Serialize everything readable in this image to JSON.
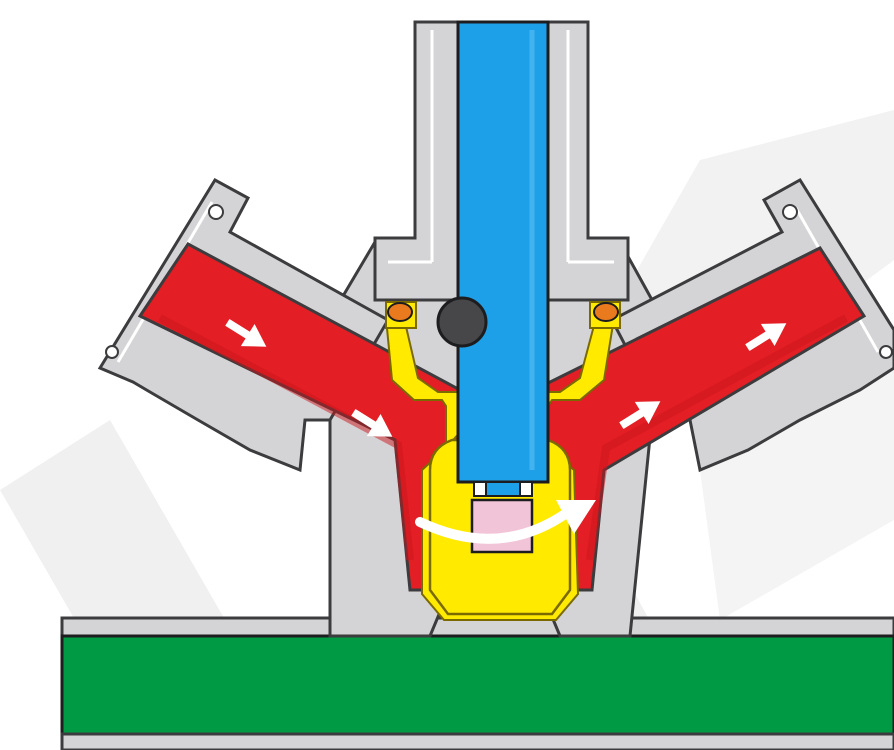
{
  "diagram": {
    "kind": "valve cross-section",
    "colors": {
      "background": "#ffffff",
      "watermark": "#eeeeee",
      "body": "#d4d4d6",
      "body_stroke": "#3c3c3e",
      "inner_line": "#ffffff",
      "stem": "#1ea0e8",
      "ball": "#474749",
      "oring": "#e97a1e",
      "seal": "#ffea00",
      "seal_stroke": "#8a7a00",
      "flow_channel": "#e31e24",
      "pipe": "#009a44",
      "seat_pad": "#f2c4d8",
      "arrow": "#ffffff"
    },
    "flow_arrows": [
      "inlet-arrow-1",
      "inlet-arrow-2",
      "outlet-arrow-1",
      "outlet-arrow-2",
      "mixing-swirl-arrow"
    ]
  }
}
